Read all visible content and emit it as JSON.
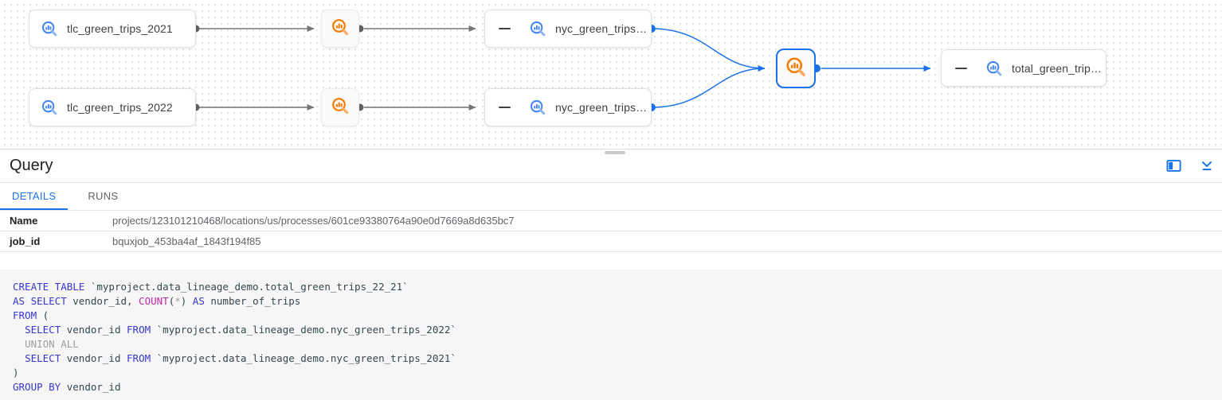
{
  "graph": {
    "nodes": [
      {
        "label": "tlc_green_trips_2021",
        "type": "table"
      },
      {
        "label": "tlc_green_trips_2022",
        "type": "table"
      },
      {
        "label": "nyc_green_trips…",
        "type": "table"
      },
      {
        "label": "nyc_green_trips…",
        "type": "table"
      },
      {
        "label": "total_green_trip…",
        "type": "table"
      }
    ],
    "process_nodes": 3,
    "icons": {
      "table_icon": "bigquery-magnifier-blue",
      "process_icon": "bigquery-magnifier-orange",
      "collapse_icon": "minus-dash"
    }
  },
  "panel": {
    "title": "Query",
    "icons": {
      "side_panel_icon": "open-in-side-panel",
      "collapse_icon": "chevron-down-over-line"
    },
    "tabs": [
      {
        "label": "DETAILS",
        "active": true
      },
      {
        "label": "RUNS",
        "active": false
      }
    ],
    "details": {
      "rows": [
        {
          "label": "Name",
          "value": "projects/123101210468/locations/us/processes/601ce93380764a90e0d7669a8d635bc7"
        },
        {
          "label": "job_id",
          "value": "bquxjob_453ba4af_1843f194f85"
        }
      ]
    }
  },
  "sql": {
    "lines": [
      [
        [
          "kw",
          "CREATE TABLE"
        ],
        [
          "id",
          " `myproject.data_lineage_demo.total_green_trips_22_21`"
        ]
      ],
      [
        [
          "kw",
          "AS SELECT"
        ],
        [
          "id",
          " vendor_id, "
        ],
        [
          "fn",
          "COUNT"
        ],
        [
          "id",
          "("
        ],
        [
          "mut",
          "*"
        ],
        [
          "id",
          ")"
        ],
        [
          "kw",
          " AS"
        ],
        [
          "id",
          " number_of_trips"
        ]
      ],
      [
        [
          "kw",
          "FROM"
        ],
        [
          "id",
          " ("
        ]
      ],
      [
        [
          "id",
          "  "
        ],
        [
          "kw",
          "SELECT"
        ],
        [
          "id",
          " vendor_id "
        ],
        [
          "kw",
          "FROM"
        ],
        [
          "id",
          " `myproject.data_lineage_demo.nyc_green_trips_2022`"
        ]
      ],
      [
        [
          "id",
          "  "
        ],
        [
          "mut",
          "UNION ALL"
        ]
      ],
      [
        [
          "id",
          "  "
        ],
        [
          "kw",
          "SELECT"
        ],
        [
          "id",
          " vendor_id "
        ],
        [
          "kw",
          "FROM"
        ],
        [
          "id",
          " `myproject.data_lineage_demo.nyc_green_trips_2021`"
        ]
      ],
      [
        [
          "id",
          ")"
        ]
      ],
      [
        [
          "kw",
          "GROUP BY"
        ],
        [
          "id",
          " vendor_id"
        ]
      ]
    ]
  },
  "colors": {
    "accent_blue": "#1a73e8",
    "icon_blue": "#4285f4",
    "icon_blue_light": "#8ab4f8",
    "icon_orange": "#f57c00",
    "icon_orange_light": "#fbab63",
    "edge_gray": "#757575",
    "keyword": "#3737d2",
    "function": "#c026ac",
    "muted": "#9aa0a6",
    "code_text": "#37474f",
    "code_bg": "#f6f6f6"
  }
}
